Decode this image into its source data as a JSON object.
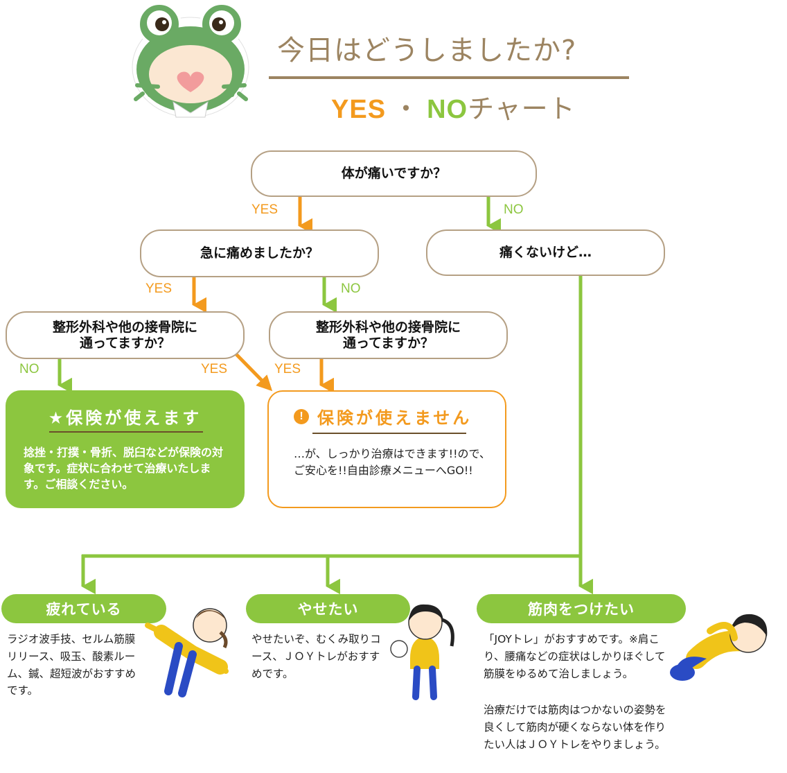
{
  "header": {
    "title": "今日はどうしましたか?",
    "subtitle_yes": "YES",
    "subtitle_sep": "・",
    "subtitle_no": "NO",
    "subtitle_rest": "チャート",
    "mascot_icon": "frog-mascot-icon"
  },
  "labels": {
    "yes": "YES",
    "no": "NO"
  },
  "questions": {
    "q1": "体が痛いですか？",
    "q2": "急に痛めましたか？",
    "q3": "痛くないけど…",
    "q4": "整形外科や他の接骨院に\n通ってますか？",
    "q5": "整形外科や他の接骨院に\n通ってますか？"
  },
  "results": {
    "insurance_ok": {
      "title": "★保険が使えます",
      "body": "捻挫・打撲・骨折、脱臼などが保険の対象です。症状に合わせて治療いたします。ご相談ください。"
    },
    "insurance_ng": {
      "icon": "!",
      "title": "保険が使えません",
      "body": "…が、しっかり治療はできます!!ので、ご安心を!!自由診療メニューへGO!!"
    }
  },
  "outcomes": [
    {
      "label": "疲れている",
      "desc": "ラジオ波手技、セルム筋膜リリース、吸玉、酸素ルーム、鍼、超短波がおすすめです。"
    },
    {
      "label": "やせたい",
      "desc": "やせたいぞ、むくみ取りコース、ＪＯＹトレがおすすめです。"
    },
    {
      "label": "筋肉をつけたい",
      "desc1": "「JOYトレ」がおすすめです。※肩こり、腰痛などの症状はしかりほぐして筋膜をゆるめて治しましょう。",
      "desc2": "治療だけでは筋肉はつかないの姿勢を良くして筋肉が硬くならない体を作りたい人はＪＯＹトレをやりましょう。"
    }
  ],
  "colors": {
    "yes": "#f39a1e",
    "no": "#8cc63f",
    "brown": "#9c8461",
    "border": "#b5a084"
  }
}
